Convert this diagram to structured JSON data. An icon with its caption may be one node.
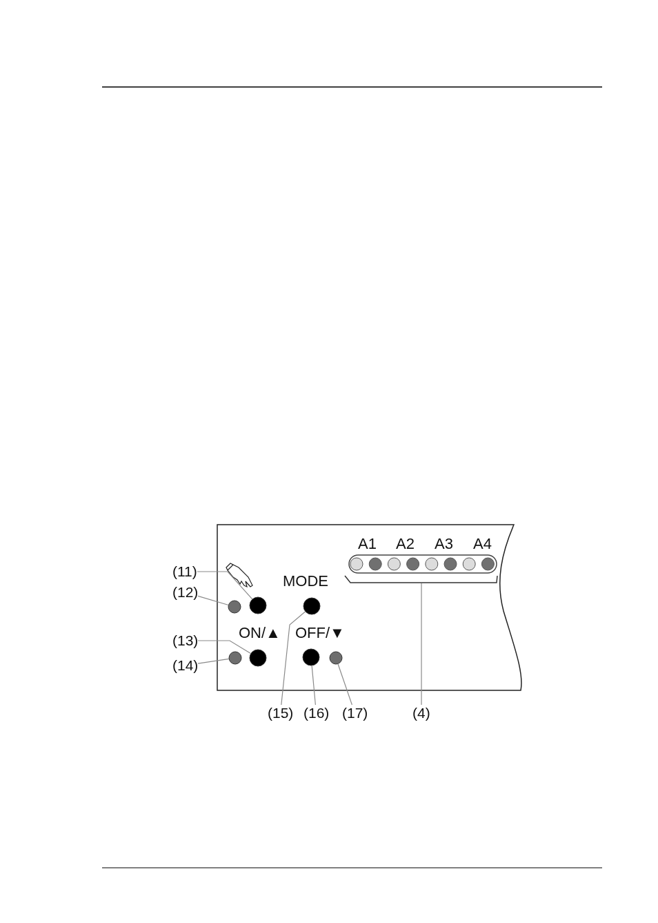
{
  "diagram": {
    "nodes": [
      {
        "text": [
          "(11)"
        ]
      },
      {
        "text": [
          "(12)"
        ]
      },
      {
        "text": [
          "(13)"
        ]
      },
      {
        "text": [
          "(14)"
        ]
      },
      {
        "text": [
          "(15)"
        ]
      },
      {
        "text": [
          "(16)"
        ]
      },
      {
        "text": [
          "(17)"
        ]
      },
      {
        "text": [
          "(4)"
        ]
      },
      {
        "text": [],
        "shape": "circle"
      },
      {
        "text": [],
        "shape": "circle"
      },
      {
        "text": [],
        "shape": "circle"
      },
      {
        "text": [],
        "shape": "circle"
      },
      {
        "text": [],
        "shape": "circle"
      },
      {
        "text": [],
        "shape": "circle"
      },
      {
        "text": [],
        "shape": "circle"
      },
      {
        "text": [],
        "shape": "bar"
      }
    ],
    "edges": [
      {
        "from": 0,
        "to": 8,
        "arrow": "none"
      },
      {
        "from": 1,
        "to": 9,
        "arrow": "none"
      },
      {
        "from": 2,
        "to": 10,
        "arrow": "none"
      },
      {
        "from": 3,
        "to": 11,
        "arrow": "none"
      },
      {
        "from": 4,
        "to": 12,
        "arrow": "none"
      },
      {
        "from": 5,
        "to": 13,
        "arrow": "none"
      },
      {
        "from": 6,
        "to": 14,
        "arrow": "none"
      },
      {
        "from": 7,
        "to": 15,
        "arrow": "none"
      }
    ],
    "labels": [
      "A1",
      "A2",
      "A3",
      "A4",
      "MODE",
      "ON/▲",
      "OFF/▼"
    ]
  }
}
